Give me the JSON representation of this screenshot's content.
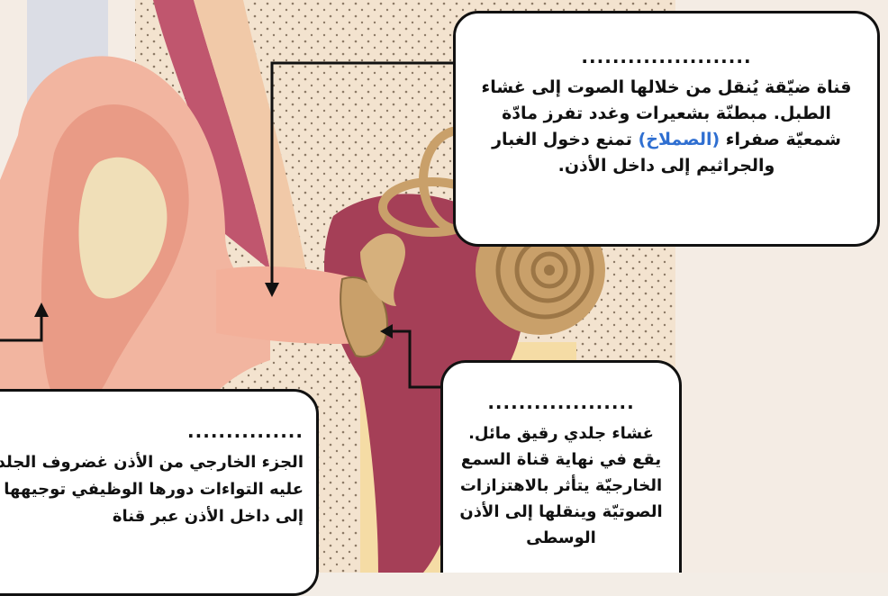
{
  "callouts": {
    "canal": {
      "blank": "......................",
      "text_before": "قناة ضيّقة يُنقل من خلالها الصوت إلى غشاء الطبل. مبطنّة بشعيرات وغدد تفرز مادّة شمعيّة صفراء",
      "highlight": "(الصملاخ)",
      "text_after": "تمنع دخول الغبار والجراثيم إلى داخل الأذن."
    },
    "eardrum": {
      "blank": "...................",
      "text": "غشاء جلدي رقيق مائل. يقع في نهاية قناة السمع الخارجيّة يتأثر بالاهتزازات الصوتيّة وينقلها إلى الأذن الوسطى"
    },
    "pinna": {
      "blank": "...............",
      "text": "الجزء الخارجي من الأذن غضروف الجلد عليه التواءات دورها الوظيفي توجيهها إلى داخل الأذن عبر قناة"
    }
  },
  "colors": {
    "skin": "#f2b5a0",
    "bone": "#f0dfb8",
    "cochlea": "#c9a06a",
    "cavity": "#a53f57",
    "accent": "#2f6fd1"
  }
}
